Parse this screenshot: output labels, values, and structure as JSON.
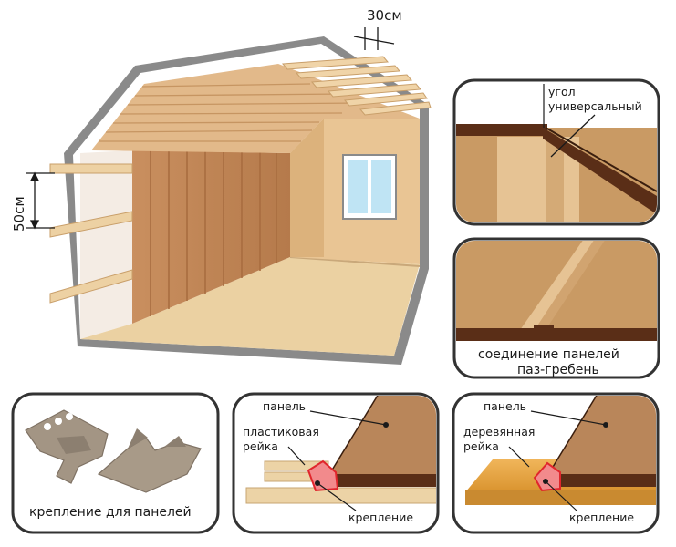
{
  "room": {
    "dimension_top": "30см",
    "dimension_left": "50см"
  },
  "panel_corner": {
    "label_line1": "угол",
    "label_line2": "универсальный"
  },
  "panel_joint": {
    "label_line1": "соединение панелей",
    "label_line2": "паз-гребень"
  },
  "panel_clips": {
    "caption": "крепление для панелей"
  },
  "panel_plastic": {
    "panel_label": "панель",
    "rail_line1": "пластиковая",
    "rail_line2": "рейка",
    "clip_label": "крепление"
  },
  "panel_wood": {
    "panel_label": "панель",
    "rail_line1": "деревянная",
    "rail_line2": "рейка",
    "clip_label": "крепление"
  },
  "colors": {
    "wall_panel": "#d9a87a",
    "rib_panel": "#c98d5c",
    "floor": "#e9cf9f",
    "frame": "#7a7a7a",
    "batten": "#e8c796",
    "accent_red": "#e0262c",
    "brown_dark": "#5a2e17"
  }
}
